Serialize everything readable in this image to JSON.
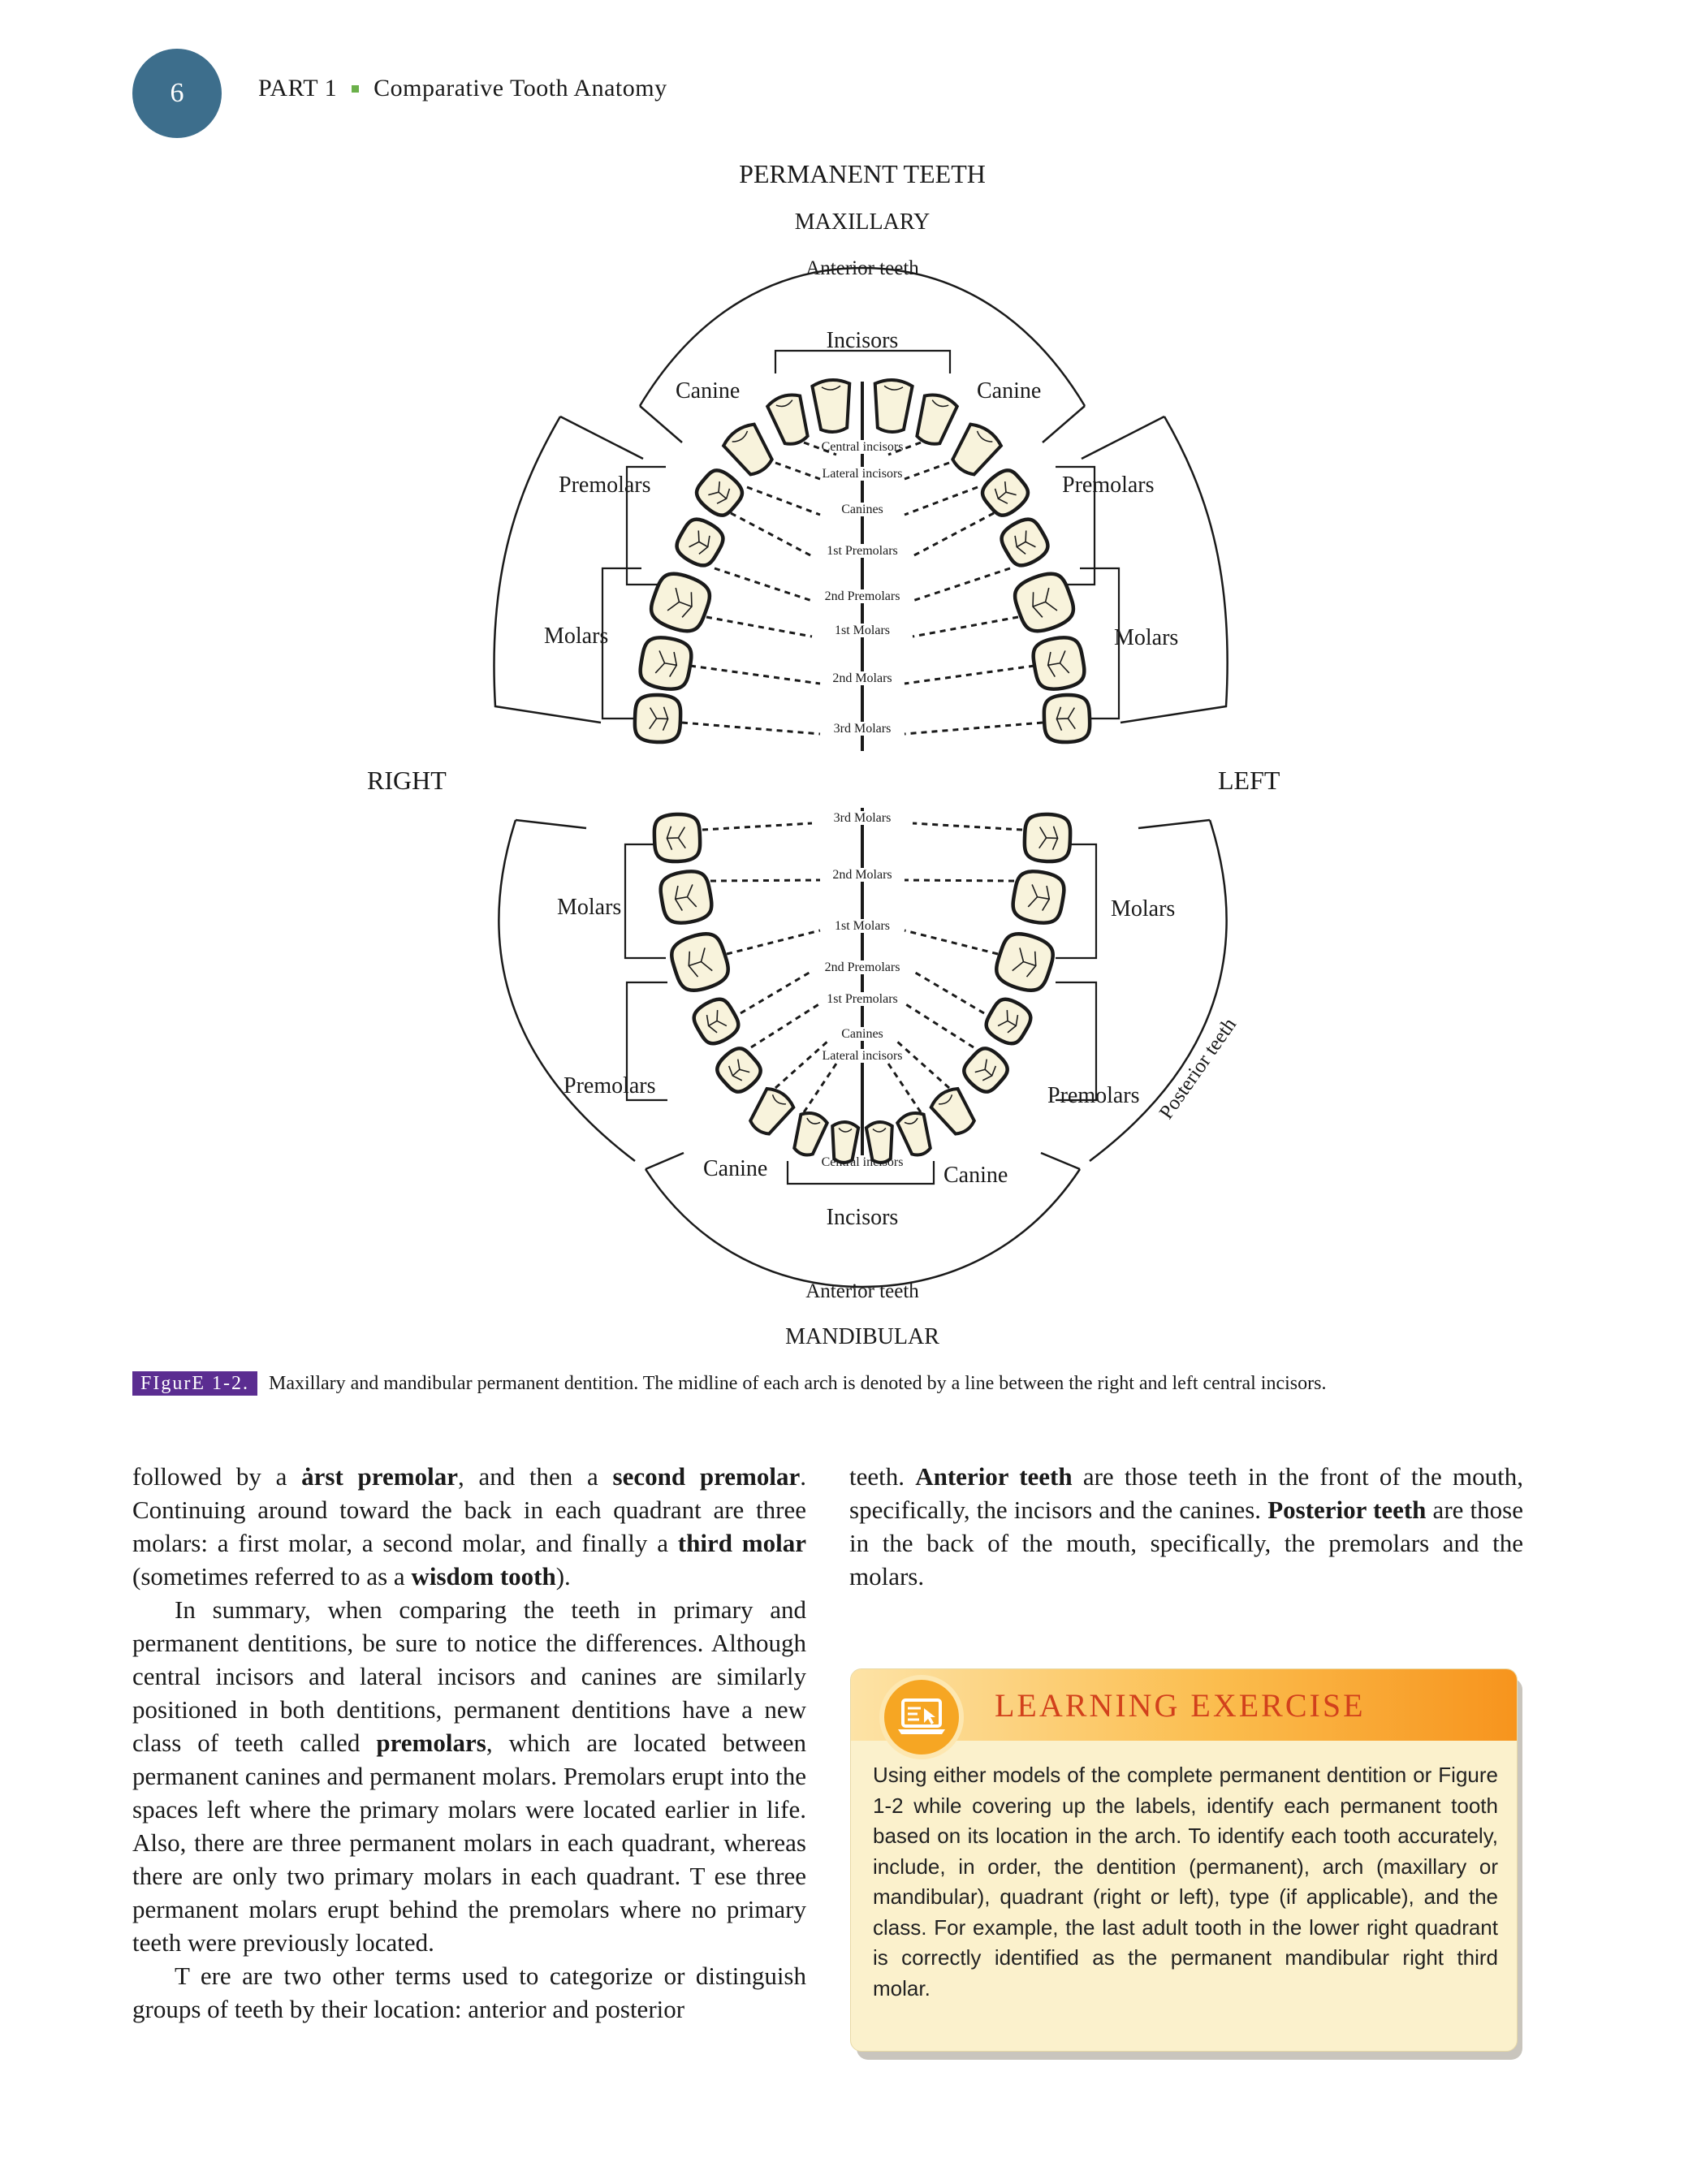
{
  "header": {
    "page_number": "6",
    "part": "PART 1",
    "section": "Comparative Tooth Anatomy"
  },
  "diagram": {
    "title": "PERMANENT TEETH",
    "maxillary": "MAXILLARY",
    "mandibular": "MANDIBULAR",
    "right": "RIGHT",
    "left": "LEFT",
    "anterior_top": "Anterior teeth",
    "anterior_bottom": "Anterior teeth",
    "posterior": "Posterior teeth",
    "incisors": "Incisors",
    "canine": "Canine",
    "premolars": "Premolars",
    "molars": "Molars",
    "upper_mid": [
      "Central incisors",
      "Lateral incisors",
      "Canines",
      "1st Premolars",
      "2nd Premolars",
      "1st Molars",
      "2nd Molars",
      "3rd Molars"
    ],
    "lower_mid": [
      "3rd Molars",
      "2nd Molars",
      "1st Molars",
      "2nd Premolars",
      "1st Premolars",
      "Canines",
      "Lateral incisors",
      "Central incisors"
    ]
  },
  "caption": {
    "label": "FIgurE 1-2.",
    "text": "Maxillary and mandibular permanent dentition. The midline of each arch is denoted by a line between the right and left central incisors."
  },
  "body_left": {
    "p1": [
      "followed by a ",
      "ȧrst premolar",
      ", and then a ",
      "second premolar",
      ". Continuing around toward the back in each quadrant are three molars: a first molar, a second molar, and finally a ",
      "third molar",
      " (sometimes referred to as a ",
      "wisdom tooth",
      ")."
    ],
    "p2": [
      "In summary, when comparing the teeth in primary and permanent dentitions, be sure to notice the differences. Although central incisors and lateral incisors and canines are similarly positioned in both dentitions, permanent dentitions have a new class of teeth called ",
      "premolars",
      ", which are located between permanent canines and permanent molars. Premolars erupt into the spaces left where the primary molars were located earlier in life. Also, there are three permanent molars in each quadrant, whereas there are only two primary molars in each quadrant. T ese three permanent molars erupt behind the premolars where no primary teeth were previously located."
    ],
    "p3": "T ere are two other terms used to categorize or distinguish groups of teeth by their location: anterior and posterior"
  },
  "body_right": {
    "p1": [
      "teeth. ",
      "Anterior teeth",
      " are those teeth in the front of the mouth, specifically, the incisors and the canines. ",
      "Posterior teeth",
      " are those in the back of the mouth, specifically, the premolars and the molars."
    ]
  },
  "exercise": {
    "title": "LEARNING EXERCISE",
    "icon": "laptop-cursor-icon",
    "text": "Using either models of the complete permanent dentition or Figure 1-2 while covering up the labels, identify each permanent tooth based on its location in the arch. To identify each tooth accurately, include, in order, the dentition (permanent), arch (maxillary or mandibular), quadrant (right or left), type (if applicable), and the class. For example, the last adult tooth in the lower right quadrant is correctly identified as the permanent mandibular right third molar."
  },
  "colors": {
    "badge": "#3d6e8c",
    "bullet": "#6bb04a",
    "figure_tag": "#5b2d91",
    "exercise_title": "#d2411c",
    "exercise_bg": "#fbf1cc",
    "tooth_fill": "#f8f3dc"
  }
}
